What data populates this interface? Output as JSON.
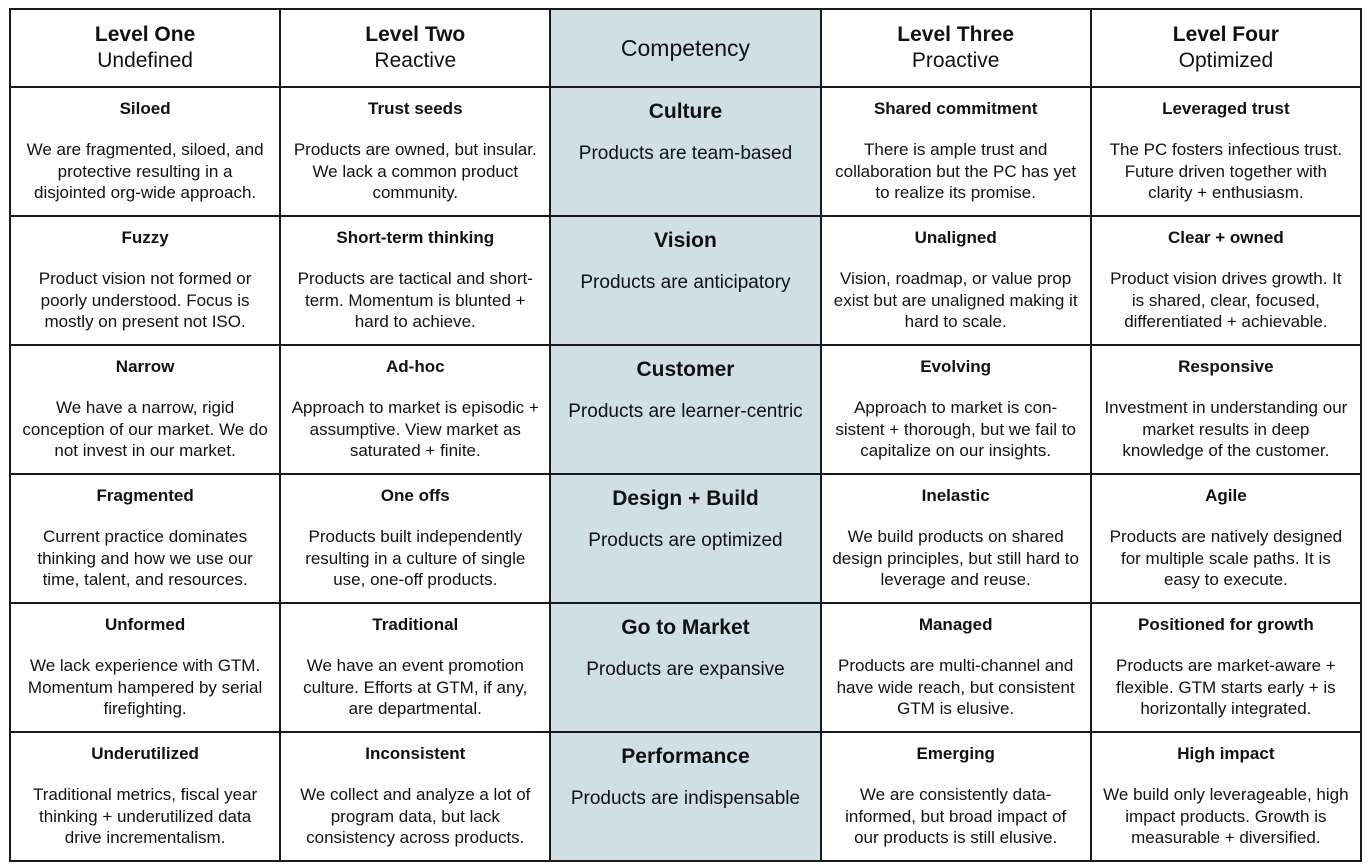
{
  "header": {
    "col1": {
      "title": "Level One",
      "subtitle": "Undefined"
    },
    "col2": {
      "title": "Level Two",
      "subtitle": "Reactive"
    },
    "col3": {
      "title": "Competency"
    },
    "col4": {
      "title": "Level Three",
      "subtitle": "Proactive"
    },
    "col5": {
      "title": "Level Four",
      "subtitle": "Optimized"
    }
  },
  "colors": {
    "competency_bg": "#d0dfe4",
    "border": "#1a1a1a",
    "text": "#111111"
  },
  "rows": [
    {
      "c1": {
        "title": "Siloed",
        "desc": "We are fragmented, siloed, and protective resulting in a disjointed org-wide approach."
      },
      "c2": {
        "title": "Trust seeds",
        "desc": "Products are owned, but insular. We lack a common product community."
      },
      "c3": {
        "title": "Culture",
        "desc": "Products are team-based"
      },
      "c4": {
        "title": "Shared commitment",
        "desc": "There is ample trust and collaboration but the PC has yet to realize its promise."
      },
      "c5": {
        "title": "Leveraged trust",
        "desc": "The PC fosters infectious trust. Future driven together with clarity + enthusiasm."
      }
    },
    {
      "c1": {
        "title": "Fuzzy",
        "desc": "Product vision not formed or poorly understood. Focus is mostly on present not ISO."
      },
      "c2": {
        "title": "Short-term thinking",
        "desc": "Products are tactical and short-term. Momentum is blunted + hard to achieve."
      },
      "c3": {
        "title": "Vision",
        "desc": "Products are anticipatory"
      },
      "c4": {
        "title": "Unaligned",
        "desc": "Vision, roadmap, or value prop exist but are unaligned making it hard to scale."
      },
      "c5": {
        "title": "Clear + owned",
        "desc": "Product vision drives growth. It is shared, clear, focused, differentiated + achievable."
      }
    },
    {
      "c1": {
        "title": "Narrow",
        "desc": "We have a narrow, rigid conception of our market. We do not invest in our market."
      },
      "c2": {
        "title": "Ad-hoc",
        "desc": "Approach to market is episodic + assumptive. View market as saturated + finite."
      },
      "c3": {
        "title": "Customer",
        "desc": "Products are learner-centric"
      },
      "c4": {
        "title": "Evolving",
        "desc": "Approach to market is con-sistent + thorough, but we fail to capitalize on our insights."
      },
      "c5": {
        "title": "Responsive",
        "desc": "Investment in understanding our market results in deep knowledge of the customer."
      }
    },
    {
      "c1": {
        "title": "Fragmented",
        "desc": "Current practice dominates thinking and how we use our time, talent, and resources."
      },
      "c2": {
        "title": "One offs",
        "desc": "Products built independently resulting in a culture of single use, one-off products."
      },
      "c3": {
        "title": "Design + Build",
        "desc": "Products are optimized"
      },
      "c4": {
        "title": "Inelastic",
        "desc": "We build products on shared design principles, but still hard to leverage and reuse."
      },
      "c5": {
        "title": "Agile",
        "desc": "Products are natively designed for multiple scale paths. It is easy to execute."
      }
    },
    {
      "c1": {
        "title": "Unformed",
        "desc": "We lack experience with GTM. Momentum hampered by serial firefighting."
      },
      "c2": {
        "title": "Traditional",
        "desc": "We have an event promotion culture. Efforts at GTM, if any, are departmental."
      },
      "c3": {
        "title": "Go to Market",
        "desc": "Products are expansive"
      },
      "c4": {
        "title": "Managed",
        "desc": "Products are multi-channel and have wide reach, but consistent GTM is elusive."
      },
      "c5": {
        "title": "Positioned for growth",
        "desc": "Products are market-aware + flexible. GTM starts early + is horizontally integrated."
      }
    },
    {
      "c1": {
        "title": "Underutilized",
        "desc": "Traditional metrics, fiscal year thinking + underutilized data drive incrementalism."
      },
      "c2": {
        "title": "Inconsistent",
        "desc": "We collect and analyze a lot of program data, but lack consistency across products."
      },
      "c3": {
        "title": "Performance",
        "desc": "Products are indispensable"
      },
      "c4": {
        "title": "Emerging",
        "desc": "We are consistently data-informed, but broad impact of our products is still elusive."
      },
      "c5": {
        "title": "High impact",
        "desc": "We build only leverageable, high impact products. Growth is measurable + diversified."
      }
    }
  ]
}
